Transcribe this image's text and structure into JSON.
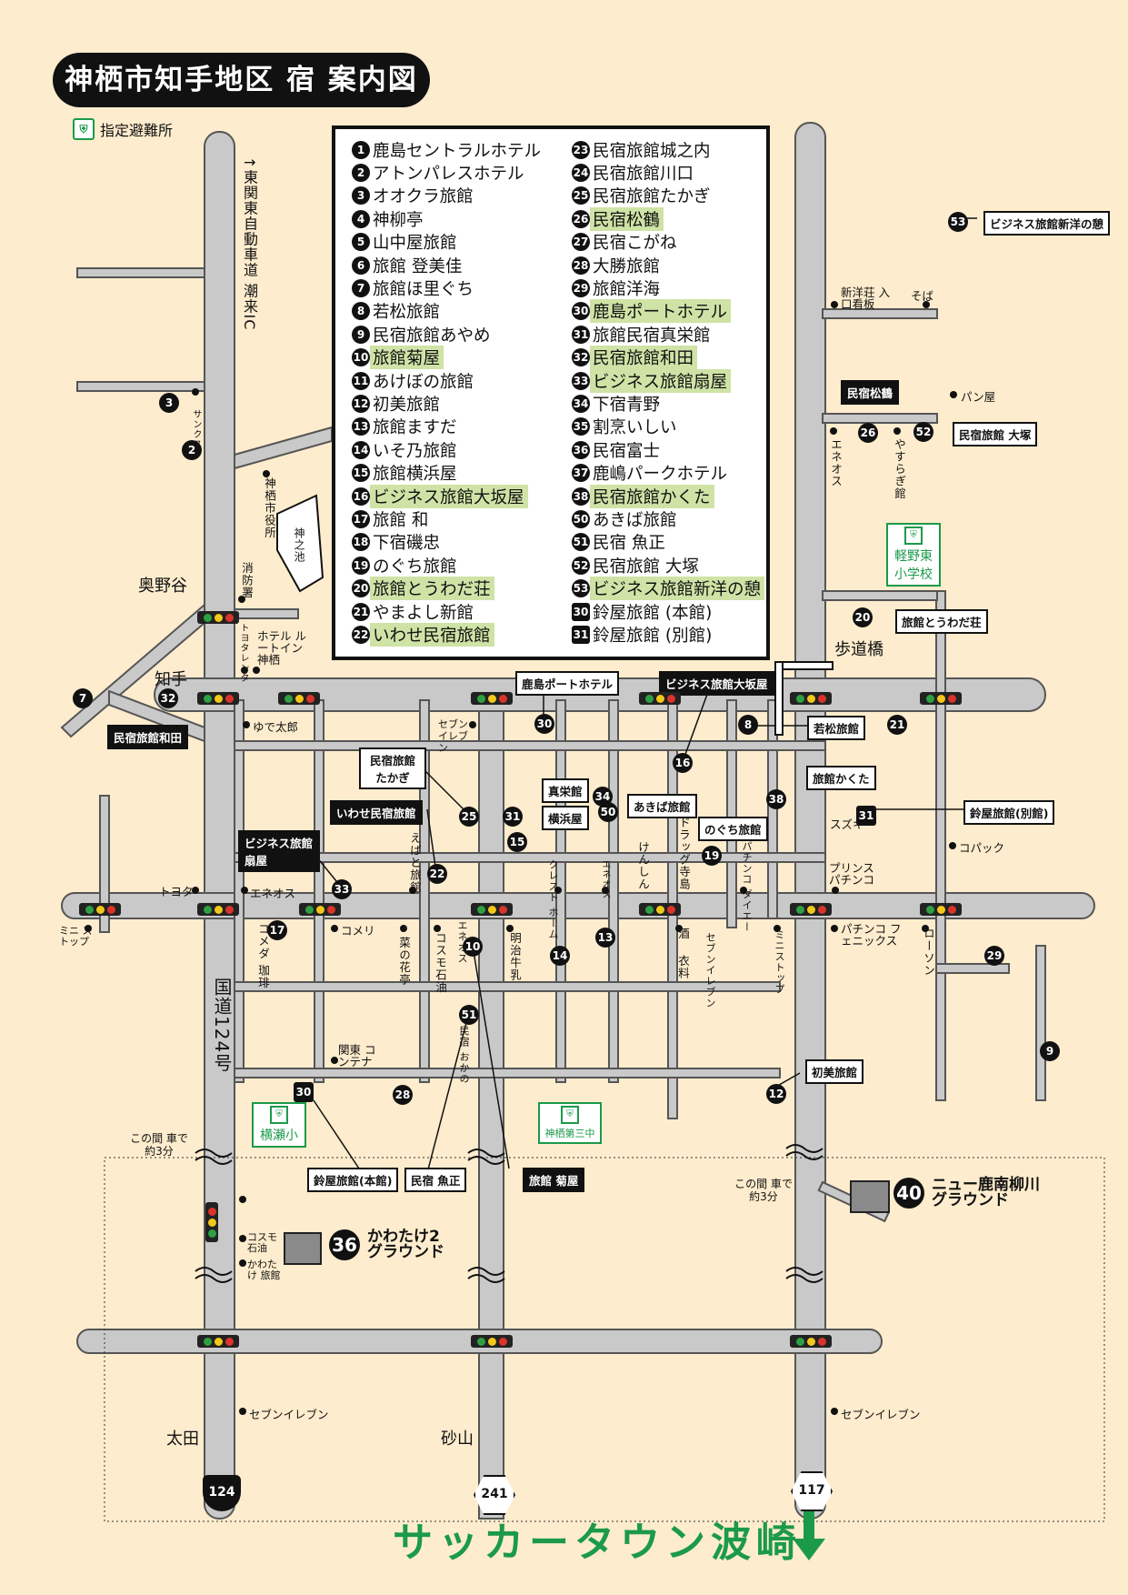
{
  "title": "神栖市知手地区 宿 案内図",
  "shelter_legend": "指定避難所",
  "legend_left": [
    {
      "n": "1",
      "name": "鹿島セントラルホテル",
      "hl": false
    },
    {
      "n": "2",
      "name": "アトンパレスホテル",
      "hl": false
    },
    {
      "n": "3",
      "name": "オオクラ旅館",
      "hl": false
    },
    {
      "n": "4",
      "name": "神柳亭",
      "hl": false
    },
    {
      "n": "5",
      "name": "山中屋旅館",
      "hl": false
    },
    {
      "n": "6",
      "name": "旅館 登美佳",
      "hl": false
    },
    {
      "n": "7",
      "name": "旅館ほ里ぐち",
      "hl": false
    },
    {
      "n": "8",
      "name": "若松旅館",
      "hl": false
    },
    {
      "n": "9",
      "name": "民宿旅館あやめ",
      "hl": false
    },
    {
      "n": "10",
      "name": "旅館菊屋",
      "hl": true
    },
    {
      "n": "11",
      "name": "あけぼの旅館",
      "hl": false
    },
    {
      "n": "12",
      "name": "初美旅館",
      "hl": false
    },
    {
      "n": "13",
      "name": "旅館ますだ",
      "hl": false
    },
    {
      "n": "14",
      "name": "いそ乃旅館",
      "hl": false
    },
    {
      "n": "15",
      "name": "旅館横浜屋",
      "hl": false
    },
    {
      "n": "16",
      "name": "ビジネス旅館大坂屋",
      "hl": true
    },
    {
      "n": "17",
      "name": "旅館 和",
      "hl": false
    },
    {
      "n": "18",
      "name": "下宿磯忠",
      "hl": false
    },
    {
      "n": "19",
      "name": "のぐち旅館",
      "hl": false
    },
    {
      "n": "20",
      "name": "旅館とうわだ荘",
      "hl": true
    },
    {
      "n": "21",
      "name": "やまよし新館",
      "hl": false
    },
    {
      "n": "22",
      "name": "いわせ民宿旅館",
      "hl": true
    }
  ],
  "legend_right": [
    {
      "n": "23",
      "name": "民宿旅館城之内",
      "hl": false,
      "sq": false
    },
    {
      "n": "24",
      "name": "民宿旅館川口",
      "hl": false,
      "sq": false
    },
    {
      "n": "25",
      "name": "民宿旅館たかぎ",
      "hl": false,
      "sq": false
    },
    {
      "n": "26",
      "name": "民宿松鶴",
      "hl": true,
      "sq": false
    },
    {
      "n": "27",
      "name": "民宿こがね",
      "hl": false,
      "sq": false
    },
    {
      "n": "28",
      "name": "大勝旅館",
      "hl": false,
      "sq": false
    },
    {
      "n": "29",
      "name": "旅館洋海",
      "hl": false,
      "sq": false
    },
    {
      "n": "30",
      "name": "鹿島ポートホテル",
      "hl": true,
      "sq": false
    },
    {
      "n": "31",
      "name": "旅館民宿真栄館",
      "hl": false,
      "sq": false
    },
    {
      "n": "32",
      "name": "民宿旅館和田",
      "hl": true,
      "sq": false
    },
    {
      "n": "33",
      "name": "ビジネス旅館扇屋",
      "hl": true,
      "sq": false
    },
    {
      "n": "34",
      "name": "下宿青野",
      "hl": false,
      "sq": false
    },
    {
      "n": "35",
      "name": "割烹いしい",
      "hl": false,
      "sq": false
    },
    {
      "n": "36",
      "name": "民宿富士",
      "hl": false,
      "sq": false
    },
    {
      "n": "37",
      "name": "鹿嶋パークホテル",
      "hl": false,
      "sq": false
    },
    {
      "n": "38",
      "name": "民宿旅館かくた",
      "hl": true,
      "sq": false
    },
    {
      "n": "50",
      "name": "あきば旅館",
      "hl": false,
      "sq": false
    },
    {
      "n": "51",
      "name": "民宿 魚正",
      "hl": false,
      "sq": false
    },
    {
      "n": "52",
      "name": "民宿旅館 大塚",
      "hl": false,
      "sq": false
    },
    {
      "n": "53",
      "name": "ビジネス旅館新洋の憩",
      "hl": true,
      "sq": false
    },
    {
      "n": "30",
      "name": "鈴屋旅館 (本館)",
      "hl": false,
      "sq": true
    },
    {
      "n": "31",
      "name": "鈴屋旅館 (別館)",
      "hl": false,
      "sq": true
    }
  ],
  "map": {
    "expressway": "↑東関東自動車道 潮来IC",
    "places": {
      "okunoya": "奥野谷",
      "chite": "知手",
      "ota": "太田",
      "sunayama": "砂山",
      "hodokyo": "歩道橋"
    },
    "pond": "神之池",
    "route_label": "国道124号",
    "landmarks": {
      "city_hall": "神栖市役所",
      "fire": "消防署",
      "toyota_left": "トヨタ",
      "hotel_route_inn": "ホテル ルートイン 神栖",
      "toyota_rent": "トヨタレンタ",
      "yudetaro": "ゆで太郎",
      "seven_top": "セブン イレブン",
      "eneos_left": "エネオス",
      "mini_stop": "ミニ ストップ",
      "komeda": "コメダ 珈琲",
      "komeri": "コメリ",
      "nanohanatei": "菜の花亭",
      "cosmo": "コスモ石油",
      "eneos_mid": "エネオス",
      "meiji": "明治牛乳",
      "ebato": "えばと旅館",
      "kenshin": "けんしん",
      "drug": "ドラッグ寺島",
      "cresto": "クレスト ホーム",
      "eneos_small": "エネオス",
      "sake": "酒",
      "seven_mid": "セブンイレブン",
      "ministop_mid": "ミニストップ",
      "pachinko_daiei": "パチンコ ダイエー",
      "suzuki": "スズキ",
      "prince": "プリンス パチンコ",
      "pachinko_phoenix": "パチンコ フェニックス",
      "lawson": "ローソン",
      "copack": "コパック",
      "kanto_contena": "関東 コンテナ",
      "minshuku_okano": "民宿 おかの",
      "clothing": "衣料",
      "shinyoso": "新洋荘 入口看板",
      "soba": "そば",
      "pan": "パン屋",
      "eneos_right": "エネオス",
      "yasuragi": "やすらぎ館",
      "sunkus": "サンクス",
      "seven_bl": "セブンイレブン",
      "seven_br": "セブンイレブン",
      "cosmo_bottom": "コスモ 石油",
      "kawatake_ryokan": "かわたけ 旅館"
    },
    "schools": {
      "karuno": "軽野東 小学校",
      "yokose": "横瀬小",
      "kamisu3": "神栖第三中"
    },
    "grounds": [
      {
        "num": "36",
        "name": "かわたけ2 グラウンド"
      },
      {
        "num": "40",
        "name": "ニュー鹿南柳川 グラウンド"
      }
    ],
    "time_note": "この間 車で約3分",
    "labels": {
      "b_kashima_port": "鹿島ポートホテル",
      "b_osakaya": "ビジネス旅館大坂屋",
      "b_tokaghi": "民宿旅館 たかぎ",
      "b_iwase": "いわせ民宿旅館",
      "b_ougiya": "ビジネス旅館 扇屋",
      "b_wada": "民宿旅館和田",
      "b_shinei": "真栄館",
      "b_yokohama": "横浜屋",
      "b_akiba": "あきば旅館",
      "b_noguchi": "のぐち旅館",
      "b_kakuta": "旅館かくた",
      "b_wakamatsu": "若松旅館",
      "b_suzuya_bekkan": "鈴屋旅館(別館)",
      "b_hatsumi": "初美旅館",
      "b_suzuya_honkan": "鈴屋旅館(本館)",
      "b_uosho": "民宿 魚正",
      "b_kikuya": "旅館 菊屋",
      "b_shoukaku": "民宿松鶴",
      "b_otsuka": "民宿旅館 大塚",
      "b_shinyo": "ビジネス旅館新洋の憩",
      "b_towada": "旅館とうわだ荘"
    },
    "routes": [
      "124",
      "241",
      "117"
    ]
  },
  "footer": "サッカータウン波崎",
  "colors": {
    "bg": "#fdeccd",
    "road": "#c9c9c9",
    "highlight": "#cfe3a6",
    "shelter": "#1b9a4a",
    "signal_green": "#2ea043",
    "signal_yellow": "#f2c81a",
    "signal_red": "#d9342b"
  }
}
